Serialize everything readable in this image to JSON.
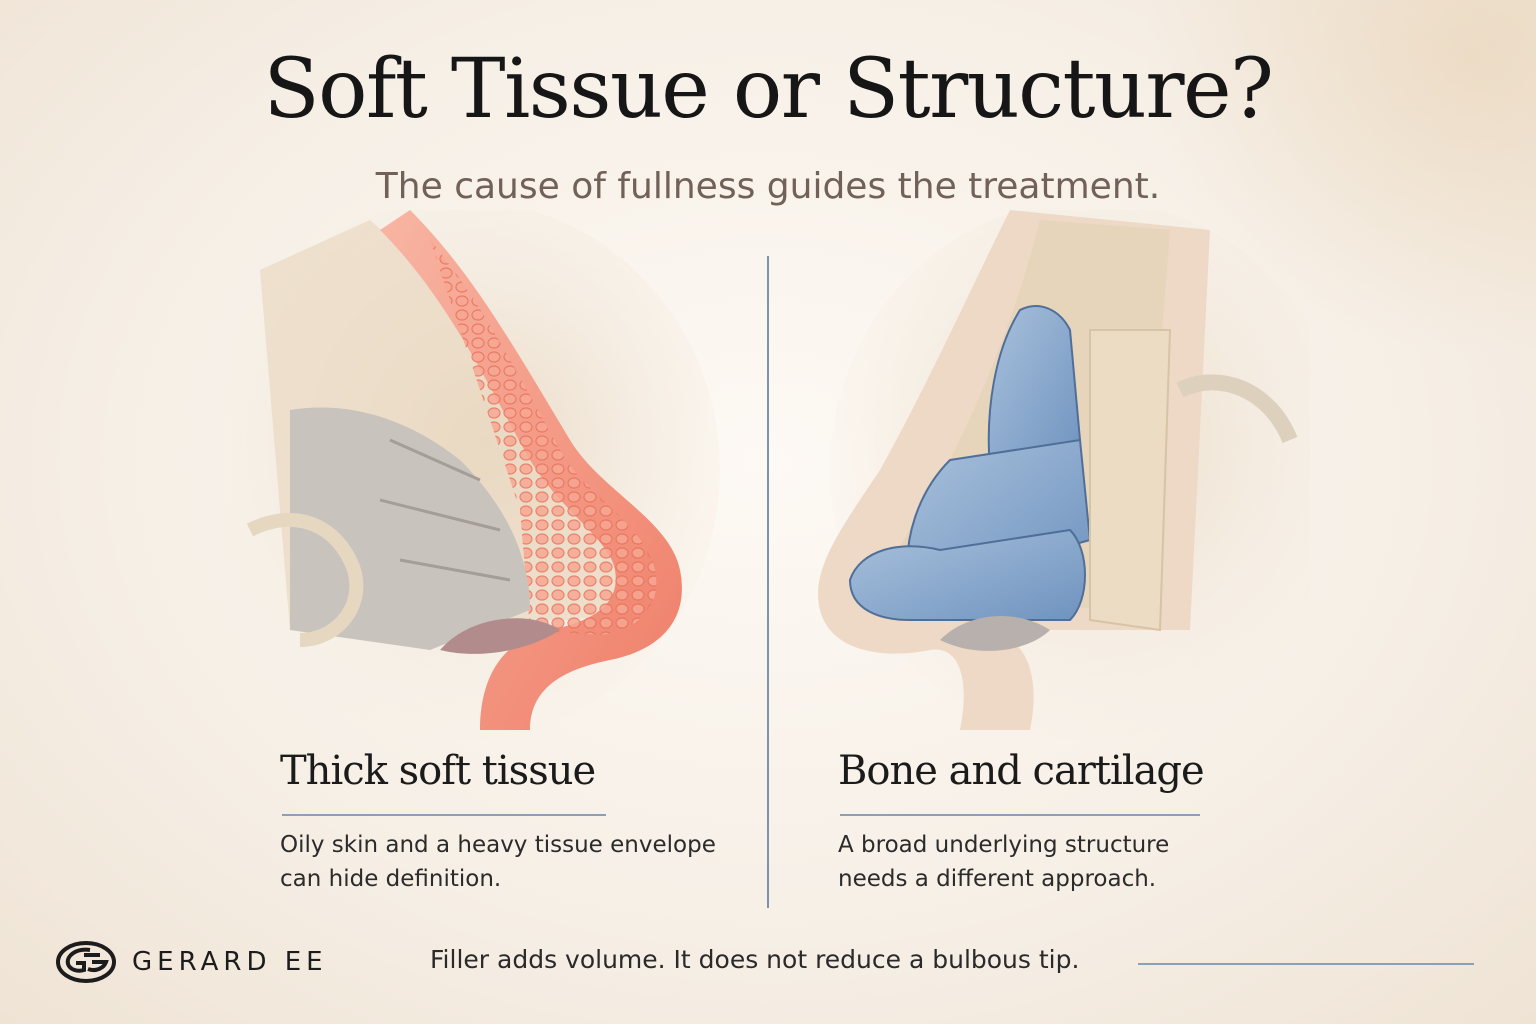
{
  "header": {
    "title": "Soft Tissue or Structure?",
    "subtitle": "The cause of fullness guides the treatment."
  },
  "panels": [
    {
      "title": "Thick soft tissue",
      "description_line1": "Oily skin and a heavy tissue envelope",
      "description_line2": "can hide definition.",
      "illustration": "nose-cross-section-soft-tissue",
      "accent_color": "#f3937f"
    },
    {
      "title": "Bone and cartilage",
      "description_line1": "A broad underlying structure",
      "description_line2": "needs a different approach.",
      "illustration": "nose-cross-section-cartilage",
      "accent_color": "#7fa1c9"
    }
  ],
  "footer": {
    "brand": "GERARD EE",
    "logo_icon": "ge-monogram-icon",
    "note": "Filler adds volume. It does not reduce a bulbous tip."
  },
  "colors": {
    "background": "#f8f2ea",
    "divider": "#7e93ab",
    "soft_tissue": "#f3937f",
    "cartilage": "#7fa1c9",
    "bone": "#eadbc6"
  }
}
